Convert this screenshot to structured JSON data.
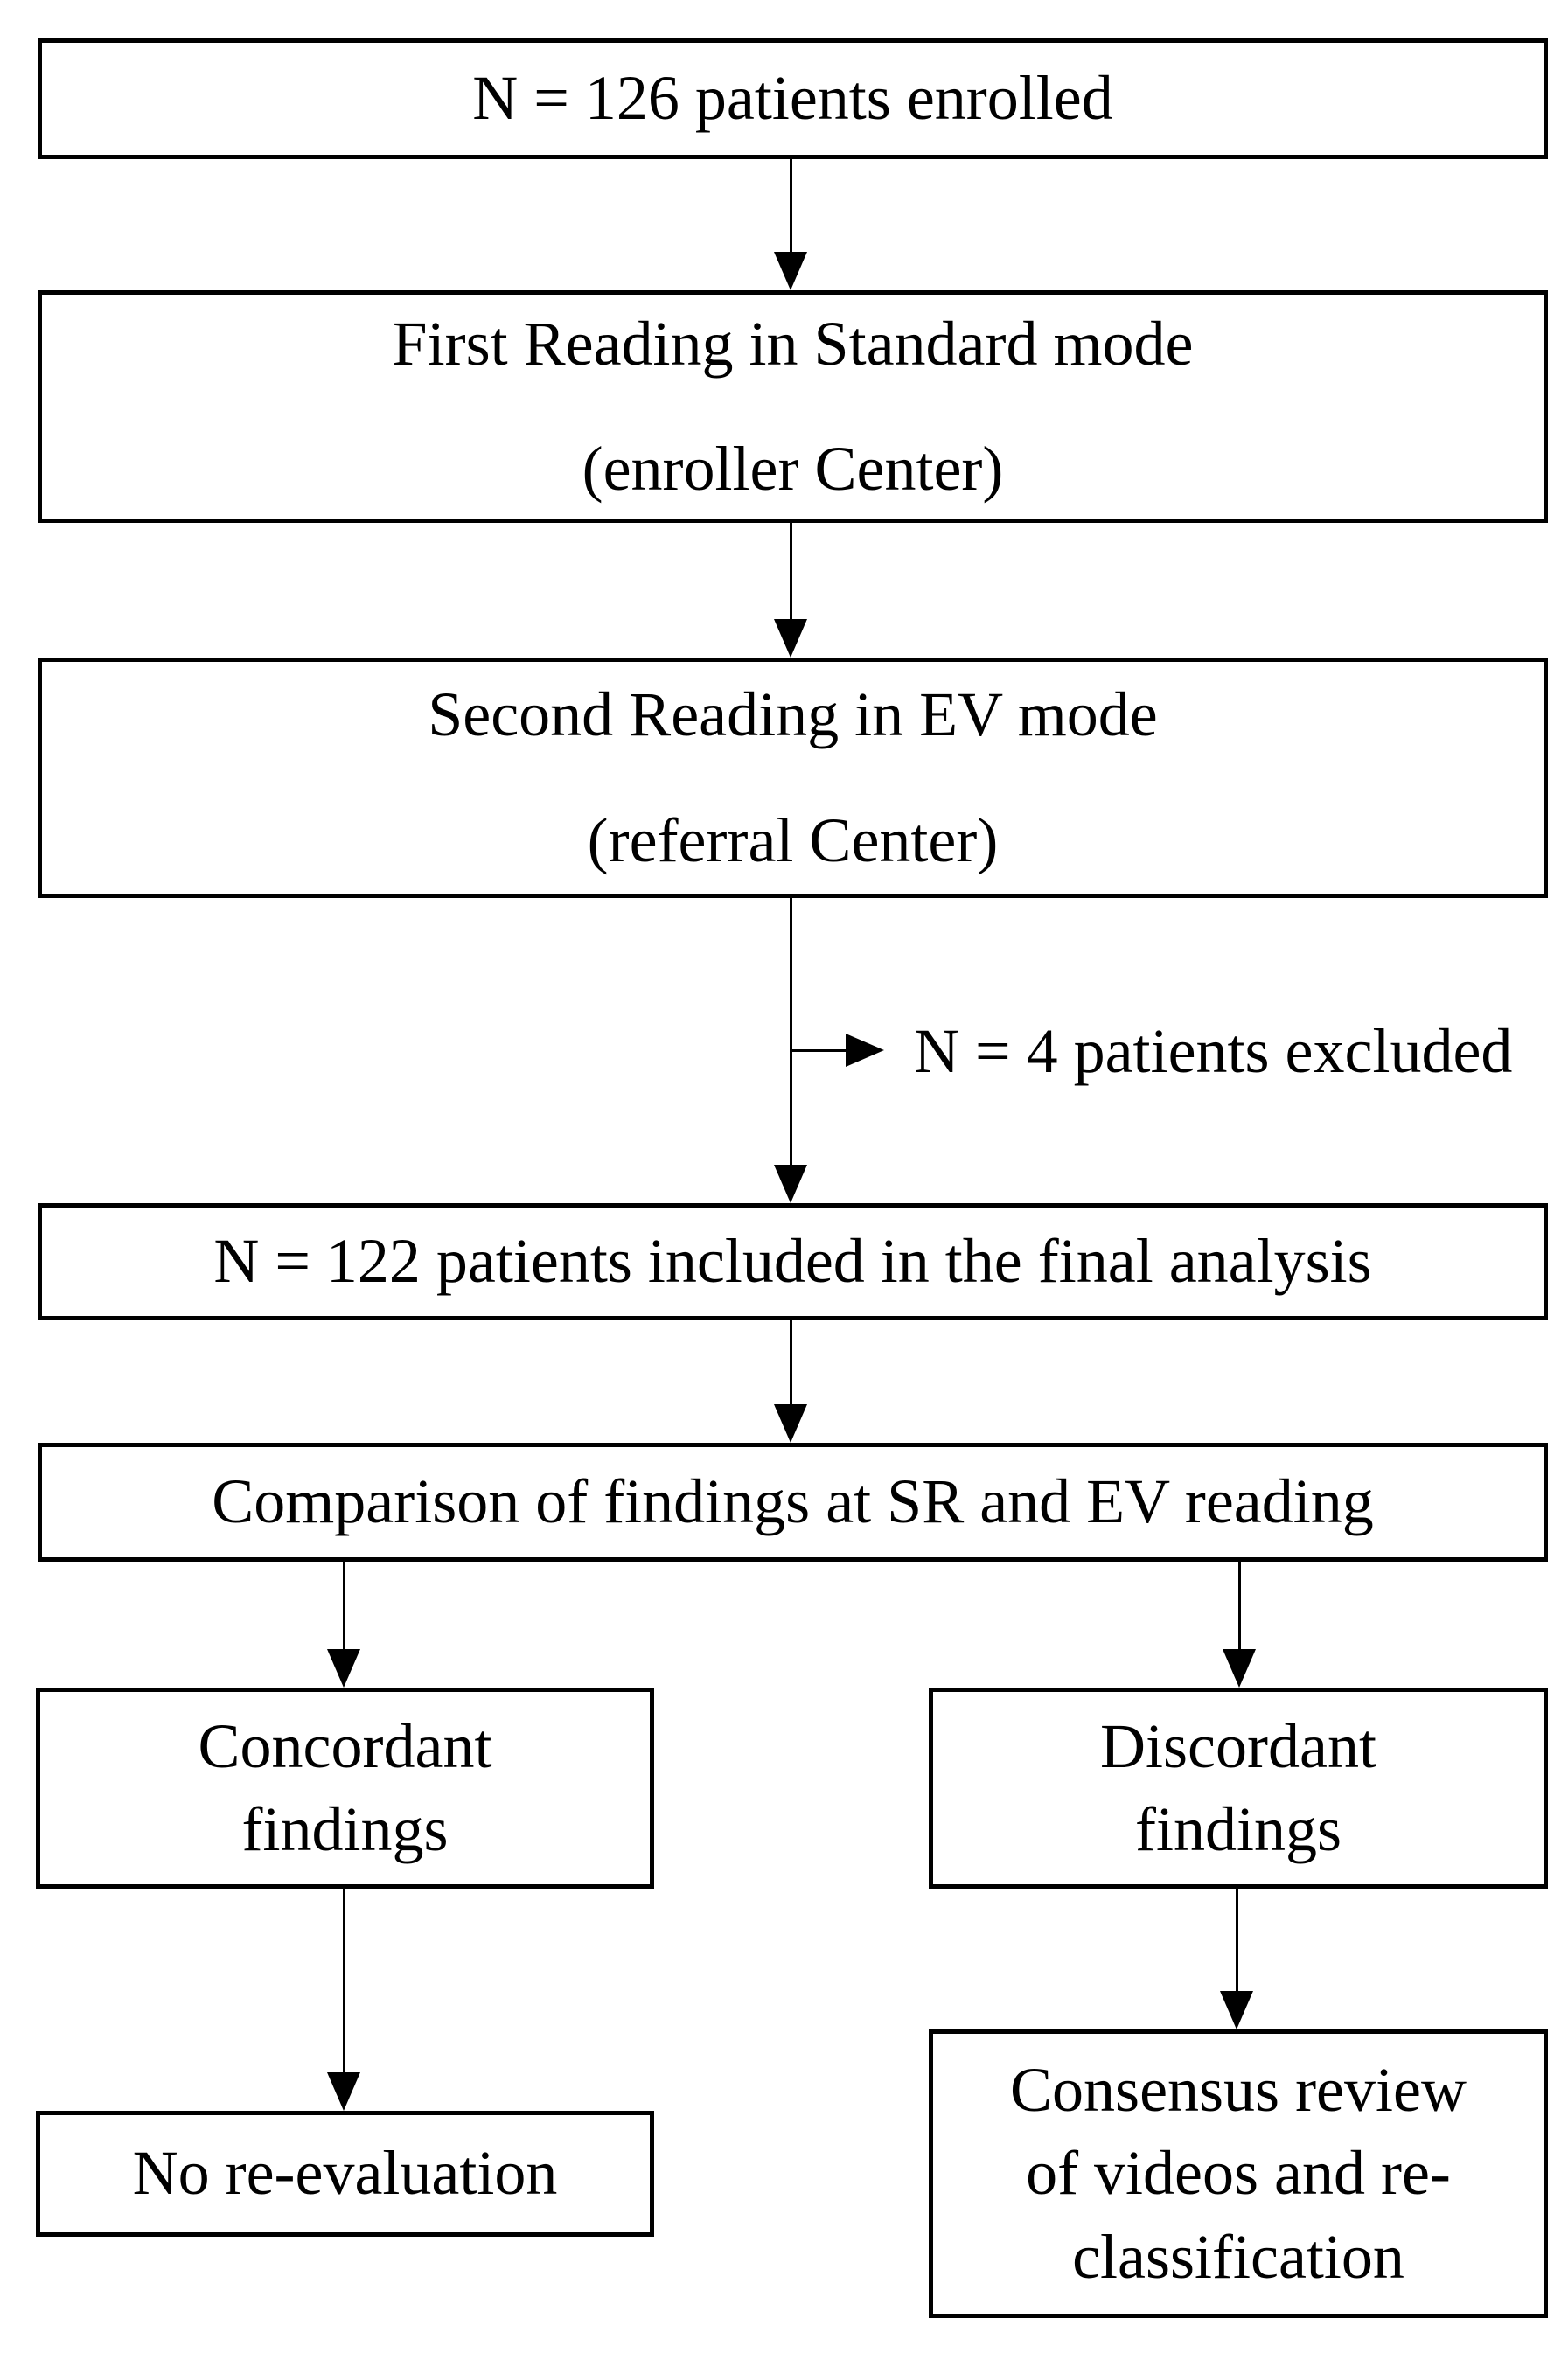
{
  "flowchart": {
    "boxes": {
      "enrolled": {
        "label": "N = 126 patients enrolled"
      },
      "first_reading": {
        "line1": "First Reading in Standard mode",
        "line2": "(enroller Center)"
      },
      "second_reading": {
        "line1": "Second Reading in EV mode",
        "line2": "(referral Center)"
      },
      "included": {
        "label": "N = 122 patients included in the final analysis"
      },
      "comparison": {
        "label": "Comparison of findings at SR and EV reading"
      },
      "concordant": {
        "line1": "Concordant",
        "line2": "findings"
      },
      "discordant": {
        "line1": "Discordant",
        "line2": "findings"
      },
      "no_reevaluation": {
        "label": "No re-evaluation"
      },
      "consensus_review": {
        "line1": "Consensus review",
        "line2": "of videos and re-",
        "line3": "classification"
      }
    },
    "annotations": {
      "excluded": {
        "label": "N = 4 patients excluded"
      }
    },
    "colors": {
      "border": "#000000",
      "text": "#000000",
      "background": "#ffffff"
    }
  }
}
